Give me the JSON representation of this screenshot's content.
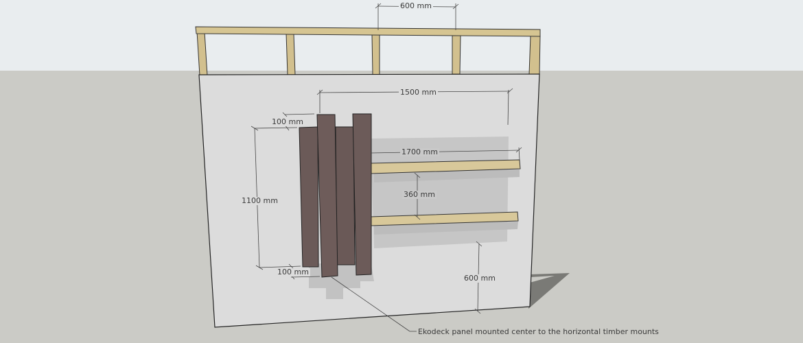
{
  "scene": {
    "type": "3D model render",
    "sky_color": "#e9edef",
    "ground_color": "#cbcbc6",
    "wall_color": "#dcdcdc",
    "timber_color": "#d8c89a",
    "panel_color": "#6b5a58",
    "shadow_color": "#c4c4c4"
  },
  "dimensions": {
    "stud_spacing": "600 mm",
    "panel_span": "1500 mm",
    "panel_offset_top": "100 mm",
    "panel_height": "1100 mm",
    "panel_offset_bottom": "100 mm",
    "timber_length": "1700 mm",
    "timber_spacing": "360 mm",
    "timber_height_from_floor": "600 mm"
  },
  "callout": {
    "text": "Ekodeck panel mounted center to the horizontal timber mounts"
  }
}
